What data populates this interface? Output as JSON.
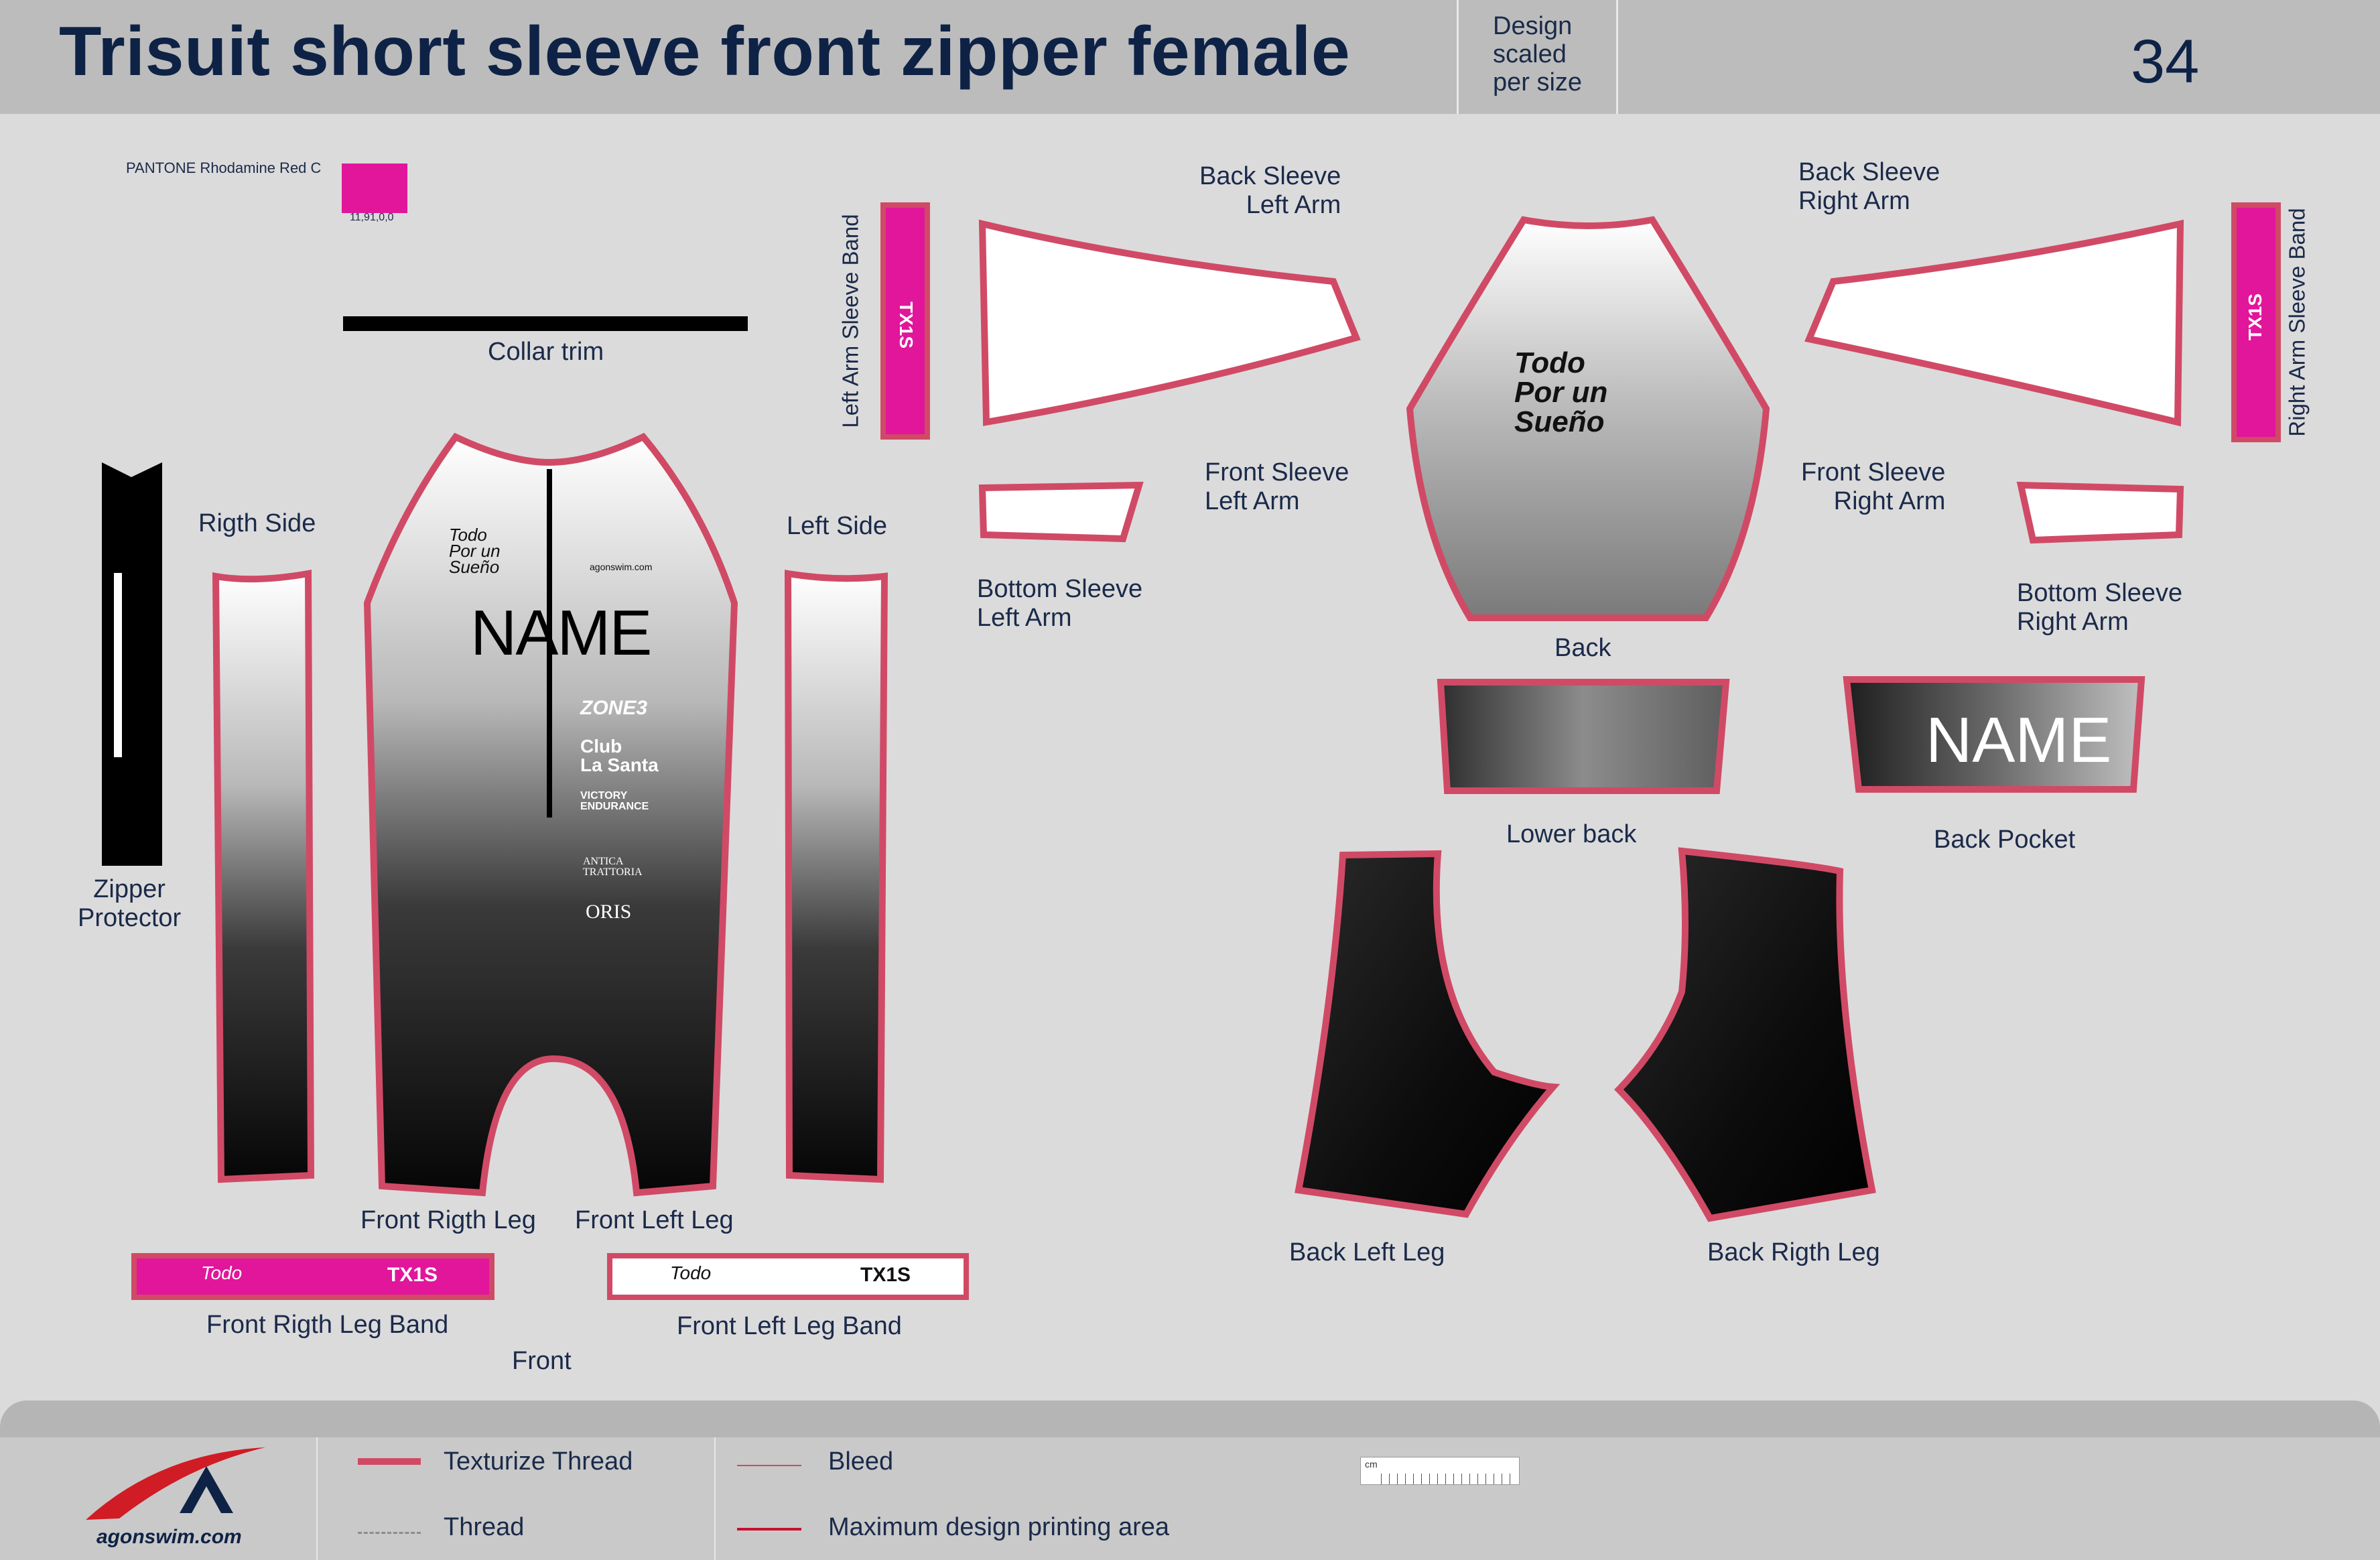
{
  "header": {
    "title": "Trisuit short sleeve front zipper female",
    "design_note": [
      "Design",
      "scaled",
      "per size"
    ],
    "page_number": "34"
  },
  "colors": {
    "pantone_name": "PANTONE Rhodamine Red C",
    "pantone_cmyk": "11,91,0,0",
    "pantone_hex": "#e1169b",
    "seam": "#d04a66",
    "header_bg": "#bcbcbc",
    "canvas_bg": "#dcdbdb",
    "title_color": "#0e2246"
  },
  "labels": {
    "collar_trim": "Collar trim",
    "zipper_protector": [
      "Zipper",
      "Protector"
    ],
    "right_side": "Rigth Side",
    "left_side": "Left Side",
    "left_arm_sleeve_band": "Left Arm Sleeve Band",
    "right_arm_sleeve_band": "Right Arm Sleeve Band",
    "back_sleeve_left": [
      "Back Sleeve",
      "Left Arm"
    ],
    "back_sleeve_right": [
      "Back Sleeve",
      "Right Arm"
    ],
    "front_sleeve_left": [
      "Front Sleeve",
      "Left Arm"
    ],
    "front_sleeve_right": [
      "Front Sleeve",
      "Right Arm"
    ],
    "bottom_sleeve_left": [
      "Bottom Sleeve",
      "Left Arm"
    ],
    "bottom_sleeve_right": [
      "Bottom Sleeve",
      "Right Arm"
    ],
    "back": "Back",
    "lower_back": "Lower back",
    "back_pocket": "Back Pocket",
    "front_right_leg": "Front Rigth Leg",
    "front_left_leg": "Front Left Leg",
    "front_right_leg_band": "Front Rigth Leg Band",
    "front_left_leg_band": "Front Left Leg Band",
    "front": "Front",
    "back_left_leg": "Back Left Leg",
    "back_right_leg": "Back Rigth Leg"
  },
  "artwork": {
    "name_front": "NAME",
    "name_pocket": "NAME",
    "band_code": "TX1S",
    "slogan": [
      "Todo",
      "Por un",
      "Sueño"
    ],
    "brand_site": "agonswim.com",
    "sponsor_zone3": "ZONE3",
    "sponsor_club": [
      "Club",
      "La Santa"
    ],
    "sponsor_victory": [
      "VICTORY",
      "ENDURANCE"
    ],
    "sponsor_trattoria": [
      "ANTICA",
      "TRATTORIA"
    ],
    "sponsor_oris": "ORIS"
  },
  "legend": {
    "texturize_thread": "Texturize Thread",
    "thread": "Thread",
    "bleed": "Bleed",
    "max_print_area": "Maximum design printing area",
    "logo_text": "agonswim.com",
    "ruler_unit": "cm"
  }
}
